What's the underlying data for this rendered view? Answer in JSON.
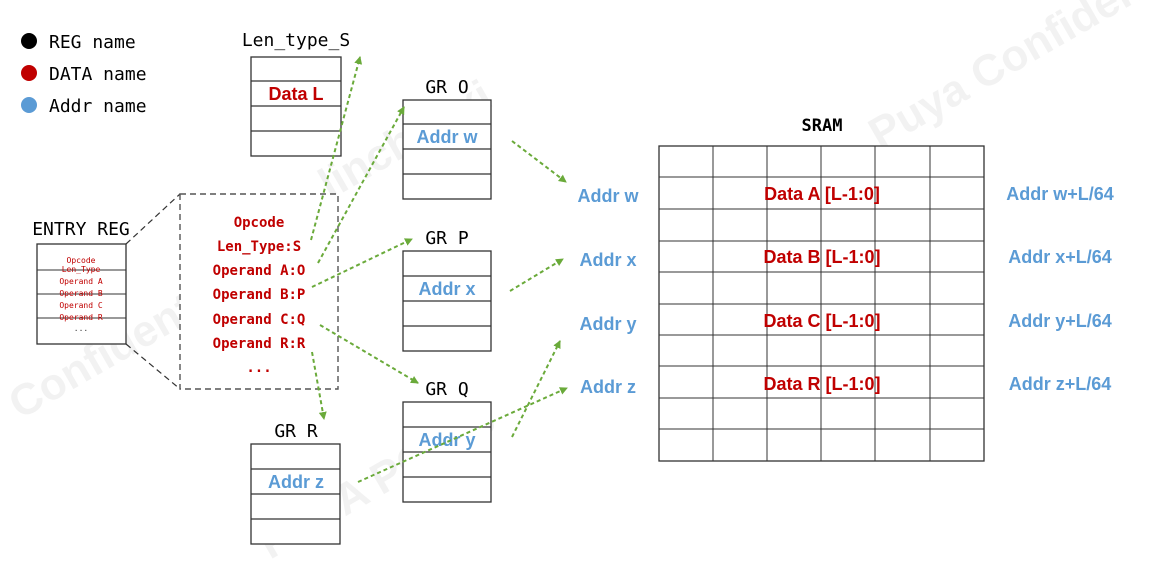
{
  "colors": {
    "reg": "#000000",
    "data": "#c00000",
    "addr": "#5b9bd5",
    "arrow": "#6aaa3a",
    "border": "#333333"
  },
  "legend": [
    {
      "label": "REG name",
      "color": "#000000"
    },
    {
      "label": "DATA name",
      "color": "#c00000"
    },
    {
      "label": "Addr name",
      "color": "#5b9bd5"
    }
  ],
  "len_type_s": {
    "title": "Len_type_S",
    "data": "Data L"
  },
  "entry_reg": {
    "title": "ENTRY REG",
    "rows": [
      "Opcode",
      "Len_Type",
      "Operand A",
      "Operand B",
      "Operand C",
      "Operand R",
      "..."
    ]
  },
  "expanded": {
    "lines": [
      "Opcode",
      "Len_Type:S",
      "Operand A:O",
      "Operand B:P",
      "Operand C:Q",
      "Operand R:R",
      "..."
    ]
  },
  "gr_o": {
    "title": "GR O",
    "addr": "Addr w"
  },
  "gr_p": {
    "title": "GR P",
    "addr": "Addr x"
  },
  "gr_q": {
    "title": "GR Q",
    "addr": "Addr y"
  },
  "gr_r": {
    "title": "GR R",
    "addr": "Addr z"
  },
  "sram": {
    "title": "SRAM",
    "left_labels": [
      "Addr w",
      "Addr x",
      "Addr y",
      "Addr z"
    ],
    "data_labels": [
      "Data A [L-1:0]",
      "Data B [L-1:0]",
      "Data C [L-1:0]",
      "Data R [L-1:0]"
    ],
    "right_labels": [
      "Addr w+L/64",
      "Addr x+L/64",
      "Addr y+L/64",
      "Addr z+L/64"
    ]
  },
  "watermark": [
    "Confidential",
    "PUYA PC288",
    "linchenxi",
    "Puya Confidential"
  ]
}
